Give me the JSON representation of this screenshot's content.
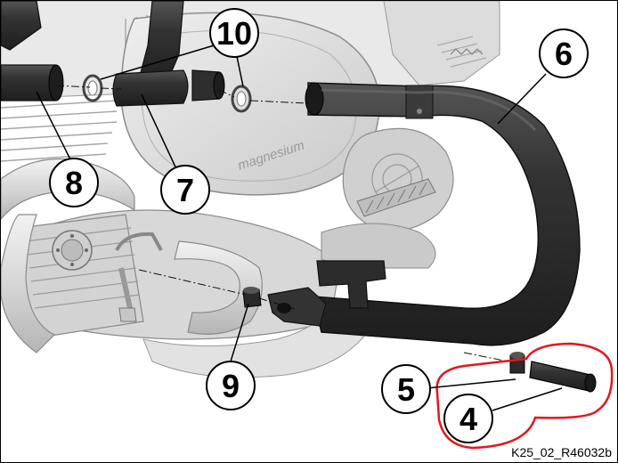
{
  "diagram": {
    "reference_code": "K25_02_R46032b",
    "engine_cover_text": "magnesium",
    "callouts": [
      {
        "id": "callout-10",
        "label": "10"
      },
      {
        "id": "callout-6",
        "label": "6"
      },
      {
        "id": "callout-8",
        "label": "8"
      },
      {
        "id": "callout-7",
        "label": "7"
      },
      {
        "id": "callout-9",
        "label": "9"
      },
      {
        "id": "callout-5",
        "label": "5"
      },
      {
        "id": "callout-4",
        "label": "4"
      }
    ]
  },
  "colors": {
    "engine_light": "#e6e6e6",
    "engine_mid": "#c8c8c8",
    "engine_dark": "#8c8c8c",
    "bar_dark": "#2b2b2b",
    "bar_highlight": "#4d4d4d",
    "highlight_outline": "#e8141c"
  }
}
